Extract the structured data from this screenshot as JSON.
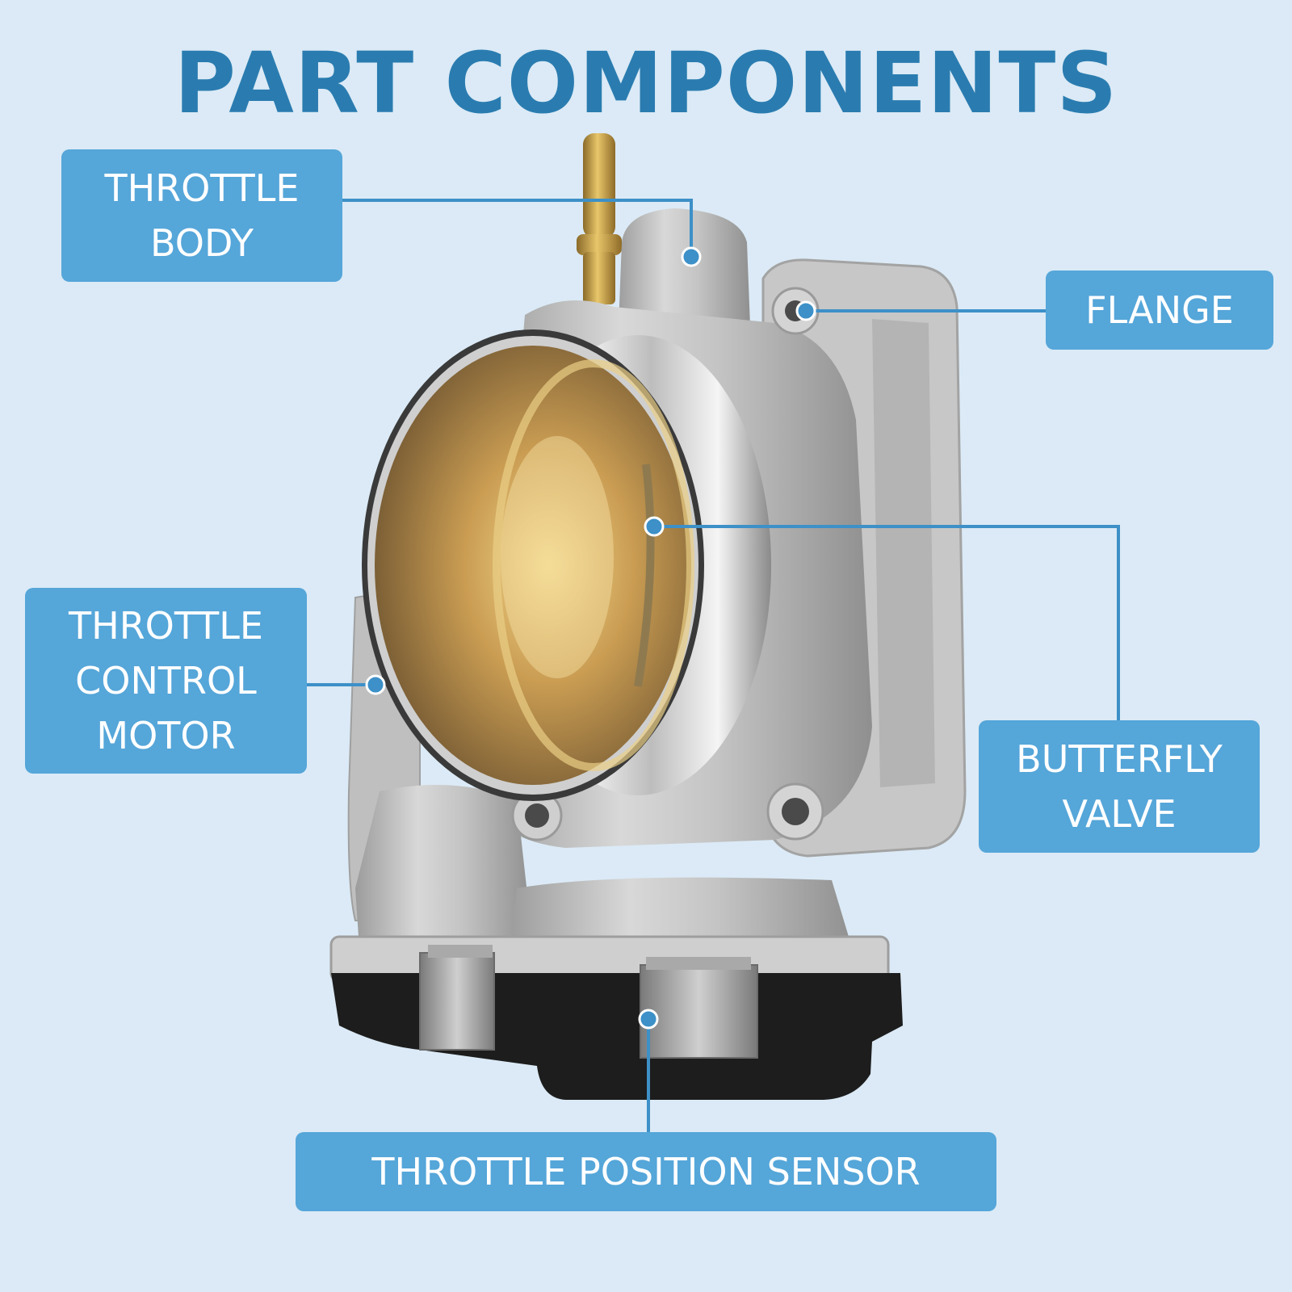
{
  "title": "PART COMPONENTS",
  "labels": {
    "throttle_body": [
      "THROTTLE",
      "BODY"
    ],
    "flange": [
      "FLANGE"
    ],
    "throttle_control_motor": [
      "THROTTLE",
      "CONTROL",
      "MOTOR"
    ],
    "butterfly_valve": [
      "BUTTERFLY",
      "VALVE"
    ],
    "throttle_position_sensor": [
      "THROTTLE POSITION SENSOR"
    ]
  },
  "colors": {
    "background": "#dbeaf6",
    "title": "#2a7cb0",
    "label_fill": "#55a6d9",
    "label_text": "#ffffff",
    "leader_line": "#3d90c8"
  }
}
